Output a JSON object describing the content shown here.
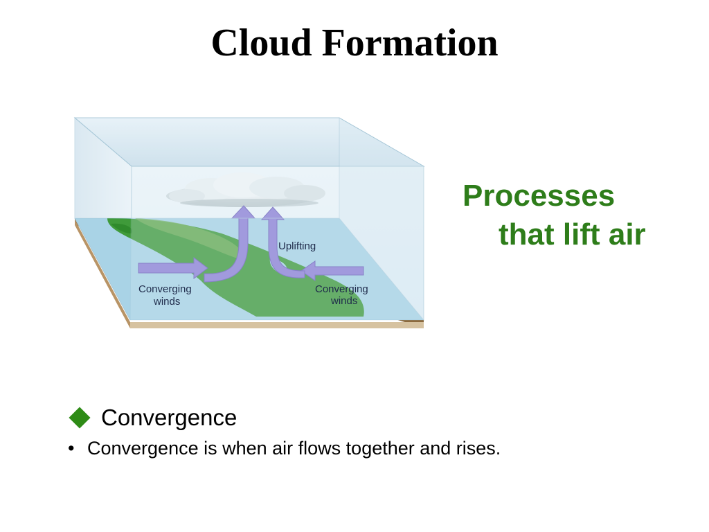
{
  "slide": {
    "title": "Cloud Formation",
    "side_heading": {
      "line1": "Processes",
      "line2": "that lift air"
    },
    "diagram": {
      "labels": {
        "uplifting": "Uplifting",
        "converging_left_1": "Converging",
        "converging_left_2": "winds",
        "converging_right_1": "Converging",
        "converging_right_2": "winds"
      },
      "colors": {
        "glass": "#cfe3ef",
        "land": "#3f9a3a",
        "water": "#a9d3e6",
        "arrow": "#8e7fd6",
        "soil": "#c8ad84"
      }
    },
    "bullets": {
      "main": "Convergence",
      "sub": "Convergence is when air flows together and rises.",
      "sub_marker": "•"
    },
    "colors": {
      "heading_green": "#2e7d1a",
      "diamond_green": "#2e8b16"
    }
  }
}
